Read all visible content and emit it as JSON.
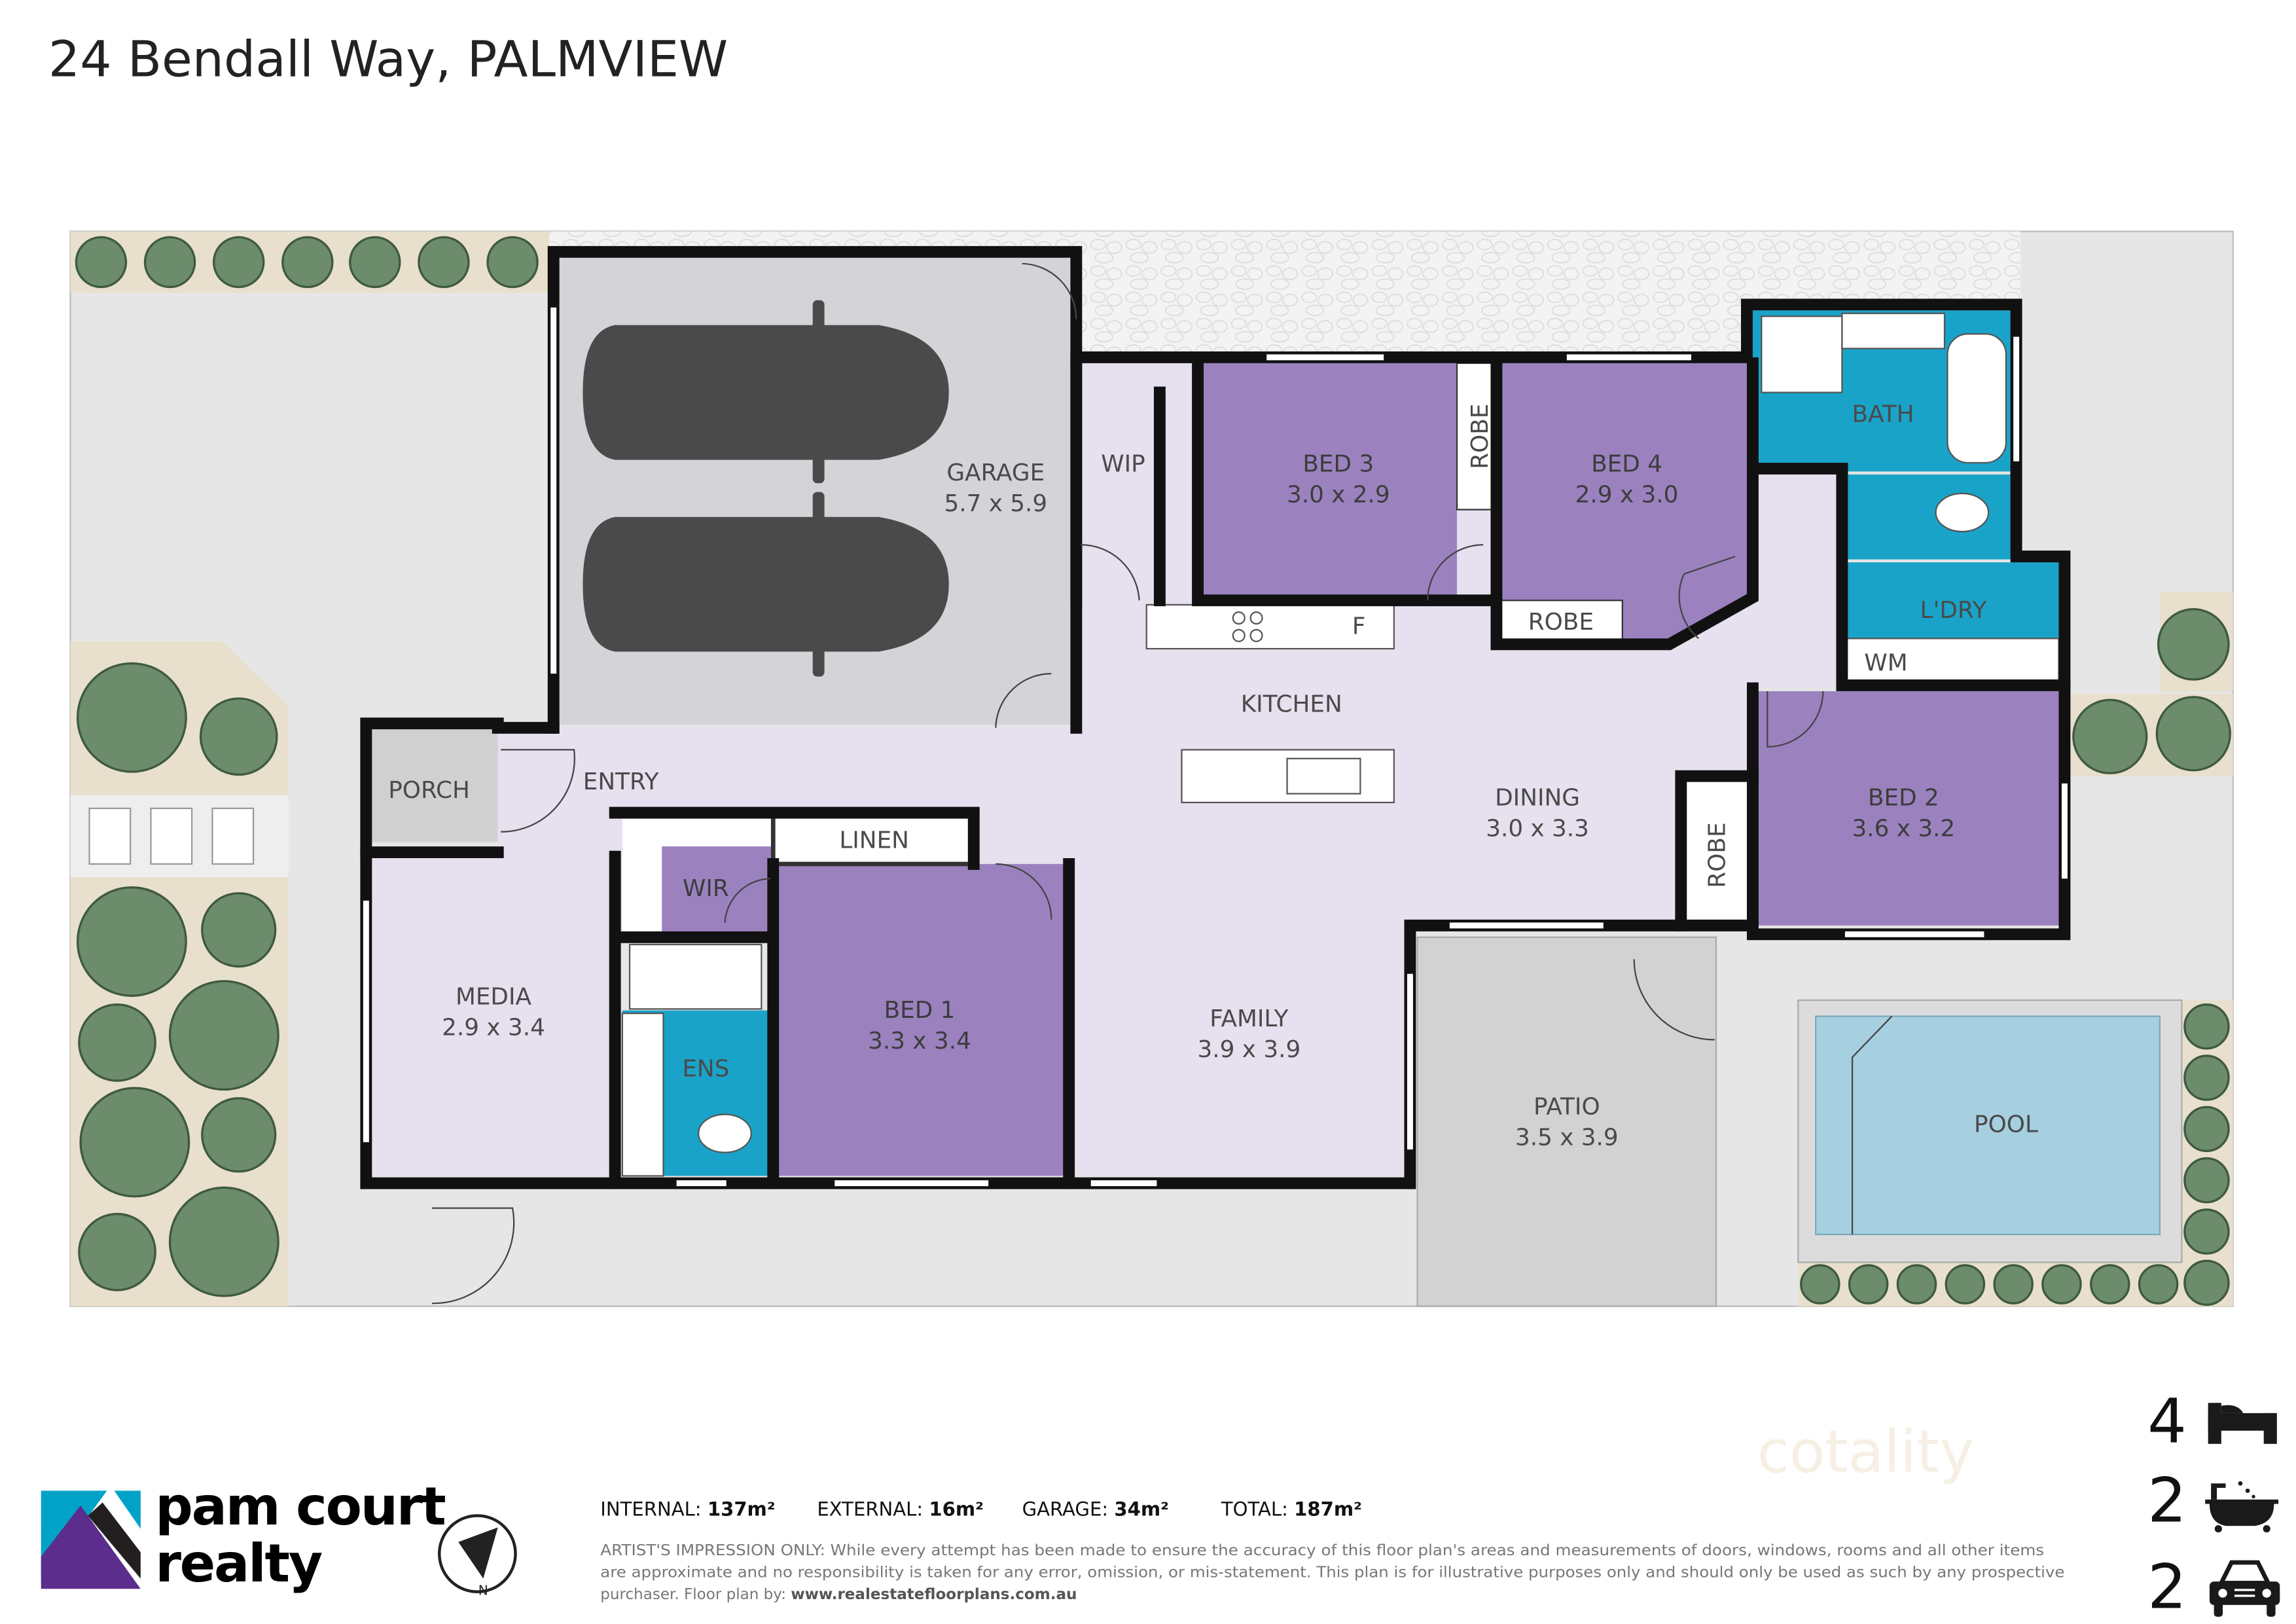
{
  "title": "24 Bendall Way, PALMVIEW",
  "rooms": {
    "garage": {
      "name": "GARAGE",
      "dims": "5.7 x 5.9"
    },
    "wip": {
      "name": "WIP"
    },
    "bed3": {
      "name": "BED 3",
      "dims": "3.0 x 2.9"
    },
    "robe3": {
      "name": "ROBE"
    },
    "bed4": {
      "name": "BED 4",
      "dims": "2.9 x 3.0"
    },
    "robe4": {
      "name": "ROBE"
    },
    "bath": {
      "name": "BATH"
    },
    "ldry": {
      "name": "L'DRY"
    },
    "wm": {
      "name": "WM"
    },
    "fridge": {
      "name": "F"
    },
    "kitchen": {
      "name": "KITCHEN"
    },
    "dining": {
      "name": "DINING",
      "dims": "3.0 x 3.3"
    },
    "robe2": {
      "name": "ROBE"
    },
    "bed2": {
      "name": "BED 2",
      "dims": "3.6 x 3.2"
    },
    "porch": {
      "name": "PORCH"
    },
    "entry": {
      "name": "ENTRY"
    },
    "linen": {
      "name": "LINEN"
    },
    "wir": {
      "name": "WIR"
    },
    "media": {
      "name": "MEDIA",
      "dims": "2.9 x 3.4"
    },
    "ens": {
      "name": "ENS"
    },
    "bed1": {
      "name": "BED 1",
      "dims": "3.3 x 3.4"
    },
    "family": {
      "name": "FAMILY",
      "dims": "3.9 x 3.9"
    },
    "patio": {
      "name": "PATIO",
      "dims": "3.5 x 3.9"
    },
    "pool": {
      "name": "POOL"
    }
  },
  "areas": {
    "internal_label": "INTERNAL:",
    "internal_value": "137m²",
    "external_label": "EXTERNAL:",
    "external_value": "16m²",
    "garage_label": "GARAGE:",
    "garage_value": "34m²",
    "total_label": "TOTAL:",
    "total_value": "187m²"
  },
  "disclaimer": {
    "line1": "ARTIST'S IMPRESSION ONLY: While every attempt has been made to ensure the accuracy of this floor plan's areas and measurements of doors, windows, rooms and all other items",
    "line2": "are approximate and no responsibility is taken for any error, omission, or mis-statement. This plan is for illustrative purposes only and should only be used as such by any prospective",
    "line3_prefix": "purchaser. Floor plan by: ",
    "line3_link": "www.realestatefloorplans.com.au"
  },
  "logo": {
    "line1": "pam court",
    "line2": "realty",
    "colors": {
      "teal": "#00a3c7",
      "purple": "#5b2d8c",
      "black": "#231f20"
    }
  },
  "compass": {
    "label": "N"
  },
  "watermark": "cotality",
  "features": {
    "bedrooms": "4",
    "bathrooms": "2",
    "car_spaces": "2",
    "icons": [
      "bed-icon",
      "bath-icon",
      "car-icon"
    ]
  },
  "colors": {
    "bedroom": "#9b82bf",
    "living": "#e6e0ef",
    "wet": "#1aa3c8",
    "garage": "#d4d3d7",
    "pool_water": "#a6cfe0",
    "landscape": "#e8e0cc"
  }
}
